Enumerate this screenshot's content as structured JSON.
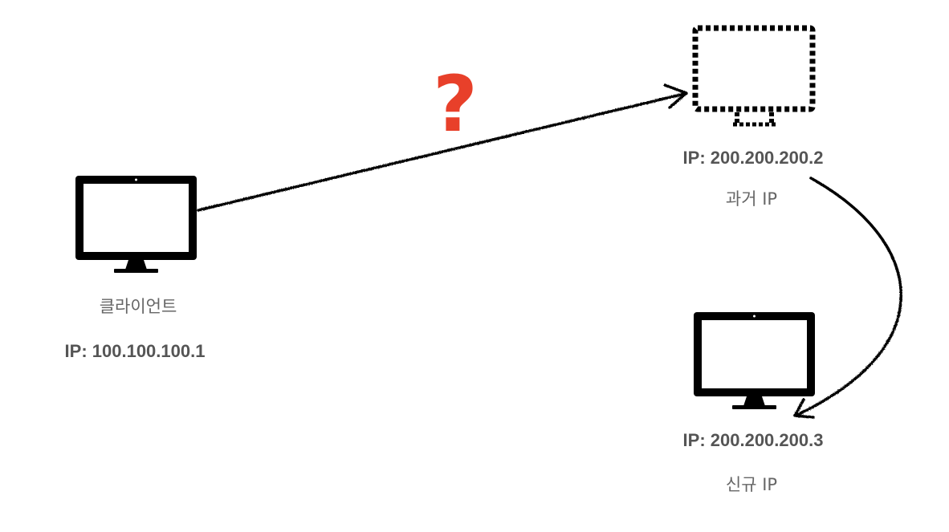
{
  "client": {
    "name": "클라이언트",
    "ip": "IP: 100.100.100.1",
    "icon": "monitor-icon"
  },
  "old_server": {
    "ip": "IP: 200.200.200.2",
    "note": "과거 IP",
    "icon": "monitor-dashed-icon"
  },
  "new_server": {
    "ip": "IP: 200.200.200.3",
    "note": "신규 IP",
    "icon": "monitor-icon"
  },
  "question_mark": "?",
  "colors": {
    "accent": "#e8402a",
    "label": "#555555",
    "monitor": "#000000"
  }
}
